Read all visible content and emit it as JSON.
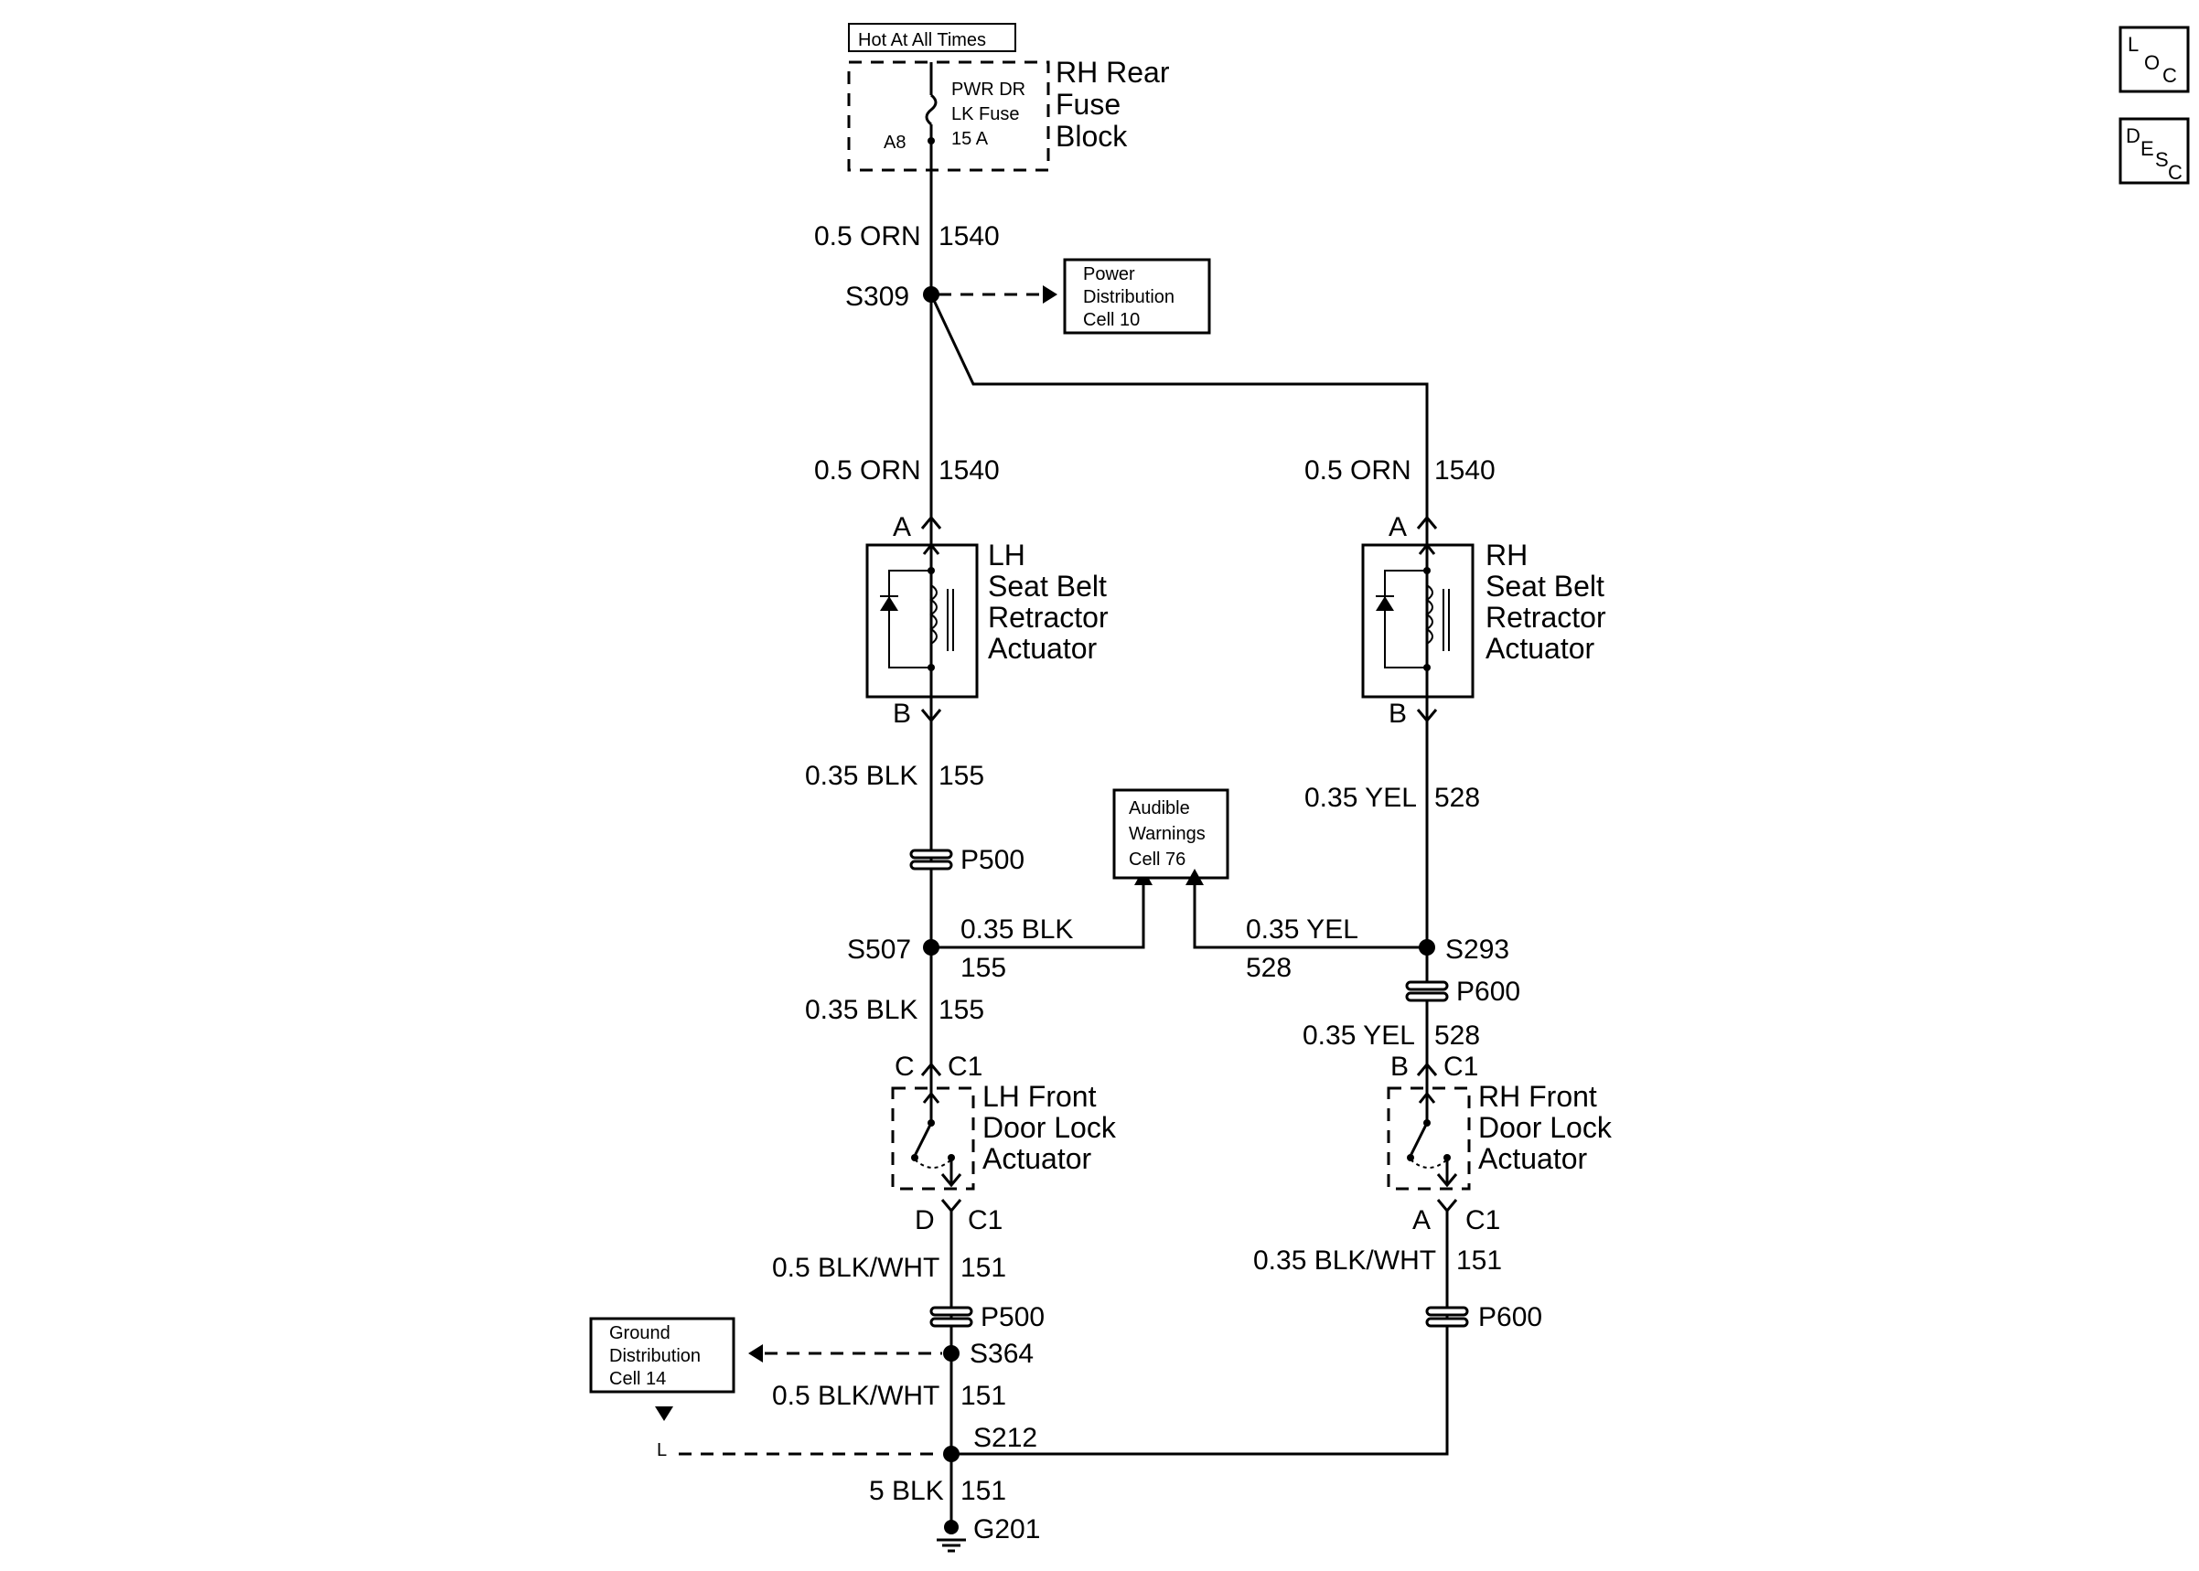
{
  "power": {
    "hot_label": "Hot At All Times",
    "fuse_name": "PWR DR",
    "fuse_name2": "LK Fuse",
    "fuse_rating": "15 A",
    "fuse_cavity": "A8",
    "block_line1": "RH Rear",
    "block_line2": "Fuse",
    "block_line3": "Block"
  },
  "wires": {
    "feed_top_gauge": "0.5 ORN",
    "feed_top_circuit": "1540",
    "lh_feed_gauge": "0.5 ORN",
    "lh_feed_circuit": "1540",
    "rh_feed_gauge": "0.5 ORN",
    "rh_feed_circuit": "1540",
    "lh_out_gauge": "0.35 BLK",
    "lh_out_circuit": "155",
    "rh_out_gauge": "0.35 YEL",
    "rh_out_circuit": "528",
    "lh_branch_gauge": "0.35 BLK",
    "lh_branch_circuit": "155",
    "rh_branch_gauge": "0.35 YEL",
    "rh_branch_circuit": "528",
    "lh_switch_in_gauge": "0.35 BLK",
    "lh_switch_in_circuit": "155",
    "rh_switch_in_gauge": "0.35 YEL",
    "rh_switch_in_circuit": "528",
    "lh_switch_out_gauge": "0.5 BLK/WHT",
    "lh_switch_out_circuit": "151",
    "rh_switch_out_gauge": "0.35 BLK/WHT",
    "rh_switch_out_circuit": "151",
    "ground_branch_gauge": "0.5 BLK/WHT",
    "ground_branch_circuit": "151",
    "ground_gauge": "5 BLK",
    "ground_circuit": "151"
  },
  "splices": {
    "s309": "S309",
    "s507": "S507",
    "s293": "S293",
    "s364": "S364",
    "s212": "S212",
    "g201": "G201"
  },
  "connectors": {
    "p500_upper": "P500",
    "p600_upper": "P600",
    "p500_lower": "P500",
    "p600_lower": "P600"
  },
  "refs": {
    "power_dist": [
      "Power",
      "Distribution",
      "Cell 10"
    ],
    "audible": [
      "Audible",
      "Warnings",
      "Cell 76"
    ],
    "ground_dist": [
      "Ground",
      "Distribution",
      "Cell 14"
    ],
    "l_marker": "L"
  },
  "components": {
    "lh_retractor": [
      "LH",
      "Seat Belt",
      "Retractor",
      "Actuator"
    ],
    "rh_retractor": [
      "RH",
      "Seat Belt",
      "Retractor",
      "Actuator"
    ],
    "lh_lock": [
      "LH Front",
      "Door Lock",
      "Actuator"
    ],
    "rh_lock": [
      "RH Front",
      "Door Lock",
      "Actuator"
    ]
  },
  "pins": {
    "lh_ret_a": "A",
    "lh_ret_b": "B",
    "rh_ret_a": "A",
    "rh_ret_b": "B",
    "lh_lock_in": "C",
    "lh_lock_in_conn": "C1",
    "lh_lock_out": "D",
    "lh_lock_out_conn": "C1",
    "rh_lock_in": "B",
    "rh_lock_in_conn": "C1",
    "rh_lock_out": "A",
    "rh_lock_out_conn": "C1"
  },
  "icons": {
    "loc": [
      "L",
      "O",
      "C"
    ],
    "desc": [
      "D",
      "E",
      "S",
      "C"
    ]
  }
}
